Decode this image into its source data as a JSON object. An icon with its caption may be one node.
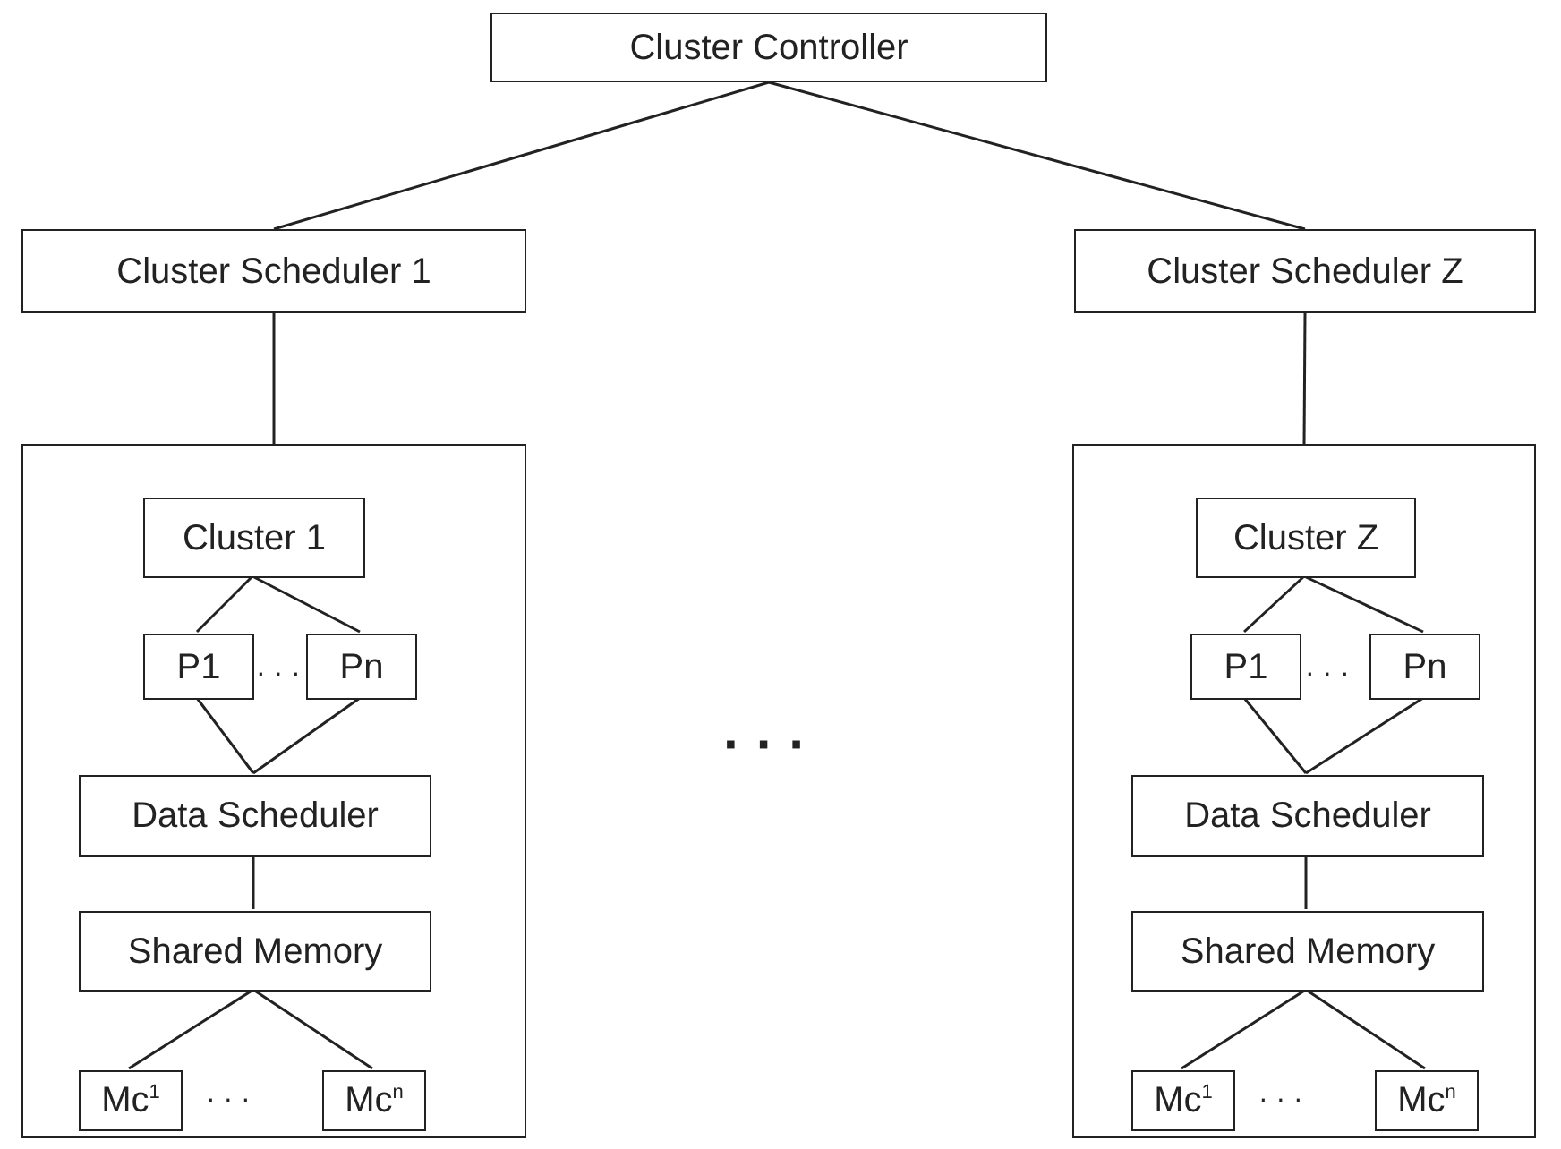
{
  "diagram": {
    "nodes": [
      {
        "text": [
          "Cluster Controller"
        ]
      },
      {
        "text": [
          "Cluster Scheduler 1"
        ]
      },
      {
        "text": [
          "Cluster Scheduler Z"
        ]
      },
      {
        "text": [],
        "shape": "box"
      },
      {
        "text": [
          "Cluster 1"
        ],
        "in": 3
      },
      {
        "text": [
          "P1"
        ],
        "in": 3
      },
      {
        "text": [
          "Pn"
        ],
        "in": 3
      },
      {
        "text": [
          "Data Scheduler"
        ],
        "in": 3
      },
      {
        "text": [
          "Shared Memory"
        ],
        "in": 3
      },
      {
        "text": [
          "Mc$^{1}$"
        ],
        "in": 3
      },
      {
        "text": [
          "Mc$^{n}$"
        ],
        "in": 3
      },
      {
        "text": [],
        "shape": "box"
      },
      {
        "text": [
          "Cluster Z"
        ],
        "in": 11
      },
      {
        "text": [
          "P1"
        ],
        "in": 11
      },
      {
        "text": [
          "Pn"
        ],
        "in": 11
      },
      {
        "text": [
          "Data Scheduler"
        ],
        "in": 11
      },
      {
        "text": [
          "Shared Memory"
        ],
        "in": 11
      },
      {
        "text": [
          "Mc$^{1}$"
        ],
        "in": 11
      },
      {
        "text": [
          "Mc$^{n}$"
        ],
        "in": 11
      }
    ],
    "edges": [
      {
        "from": 0,
        "to": 1,
        "arrow": "none"
      },
      {
        "from": 0,
        "to": 2,
        "arrow": "none"
      },
      {
        "from": 1,
        "to": 3,
        "arrow": "none"
      },
      {
        "from": 2,
        "to": 11,
        "arrow": "none"
      },
      {
        "from": 4,
        "to": 5,
        "arrow": "none"
      },
      {
        "from": 4,
        "to": 6,
        "arrow": "none"
      },
      {
        "from": 5,
        "to": 7,
        "arrow": "none"
      },
      {
        "from": 6,
        "to": 7,
        "arrow": "none"
      },
      {
        "from": 7,
        "to": 8,
        "arrow": "none"
      },
      {
        "from": 8,
        "to": 9,
        "arrow": "none"
      },
      {
        "from": 8,
        "to": 10,
        "arrow": "none"
      },
      {
        "from": 12,
        "to": 13,
        "arrow": "none"
      },
      {
        "from": 12,
        "to": 14,
        "arrow": "none"
      },
      {
        "from": 13,
        "to": 15,
        "arrow": "none"
      },
      {
        "from": 14,
        "to": 15,
        "arrow": "none"
      },
      {
        "from": 15,
        "to": 16,
        "arrow": "none"
      },
      {
        "from": 16,
        "to": 17,
        "arrow": "none"
      },
      {
        "from": 16,
        "to": 18,
        "arrow": "none"
      }
    ],
    "labels": [
      "· · ·",
      "· · ·",
      "· · ·",
      "· · ·",
      "· · ·"
    ]
  }
}
